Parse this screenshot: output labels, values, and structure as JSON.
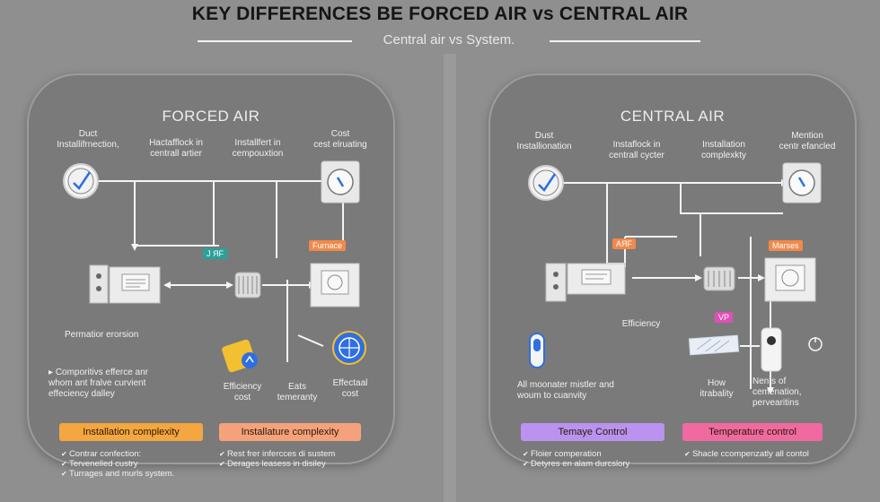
{
  "header": {
    "title": "KEY DIFFERENCES BE FORCED AIR vs CENTRAL AIR",
    "subtitle": "Central air vs System."
  },
  "colors": {
    "panel_bg": "#7a7a7a",
    "orange_pill": "#f4a640",
    "salmon_pill": "#f5a27c",
    "purple_pill": "#b993ef",
    "pink_pill": "#f06aa0",
    "teal_tag": "#2aa19a",
    "orange_tag": "#f08a4a",
    "magenta_tag": "#e04fb8",
    "blue_icon": "#2f6fe0",
    "yellow_icon": "#f2c030"
  },
  "left": {
    "title": "FORCED AIR",
    "labels": {
      "duct": "Duct\nInstallifrnection,",
      "heat": "Hactafflock in\ncentrall artier",
      "install": "Installfert in\ncempouxtion",
      "cost": "Cost\ncest elruating",
      "perm": "Permatior erorsion",
      "comp": "Comporitivs efferce anr\nwhom ant fralve curvient\neffeciency dalley",
      "eff": "Efficiency\ncost",
      "eats": "Eats\ntemeranty",
      "effectual": "Effectaal\ncost"
    },
    "tags": {
      "jet": "J ЯF",
      "furnace": "Furnace"
    },
    "pills": [
      "Installation complexity",
      "Installature complexity"
    ],
    "bullets_a": [
      "Contrar confection:",
      "Tervenelled custry",
      "Turrages and murls system."
    ],
    "bullets_b": [
      "Rest frer infercces di sustem",
      "Derages leasess in disiley"
    ]
  },
  "right": {
    "title": "CENTRAL AIR",
    "labels": {
      "duct": "Dust\nInstallionation",
      "heat": "Instaflock in\ncentrall cycter",
      "install": "Installation\ncomplexkty",
      "mention": "Mention\ncentr efancled",
      "efficiency": "Efficiency",
      "all": "All moonater mistler and\nwoum to cuanvity",
      "how": "How\nitrabality",
      "nents": "Nents of\ncemenation,\npervearitins"
    },
    "tags": {
      "air": "AЯF",
      "marses": "Marses",
      "vp": "VP"
    },
    "pills": [
      "Temaye Control",
      "Temperature control"
    ],
    "bullets_a": [
      "Floier comperation",
      "Detyres en alam durcslory"
    ],
    "bullets_b": [
      "Shacle ccompenzatly all contol"
    ]
  }
}
